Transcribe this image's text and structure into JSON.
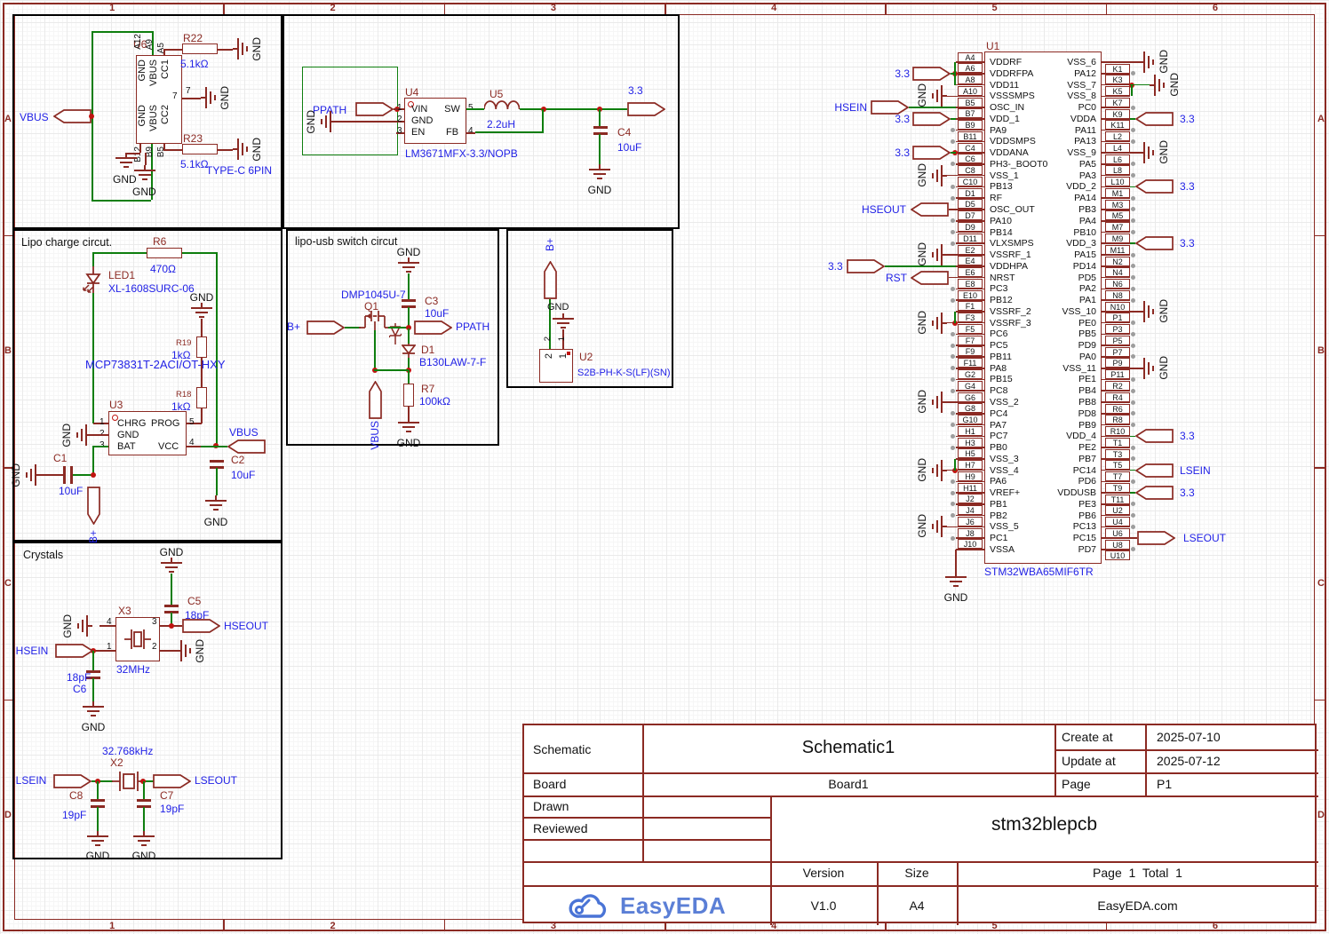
{
  "frame": {
    "cols": [
      "1",
      "2",
      "3",
      "4",
      "5",
      "6"
    ],
    "rows": [
      "A",
      "B",
      "C",
      "D"
    ]
  },
  "labels": {
    "gnd": "GND",
    "v33": "3.3"
  },
  "typec": {
    "ref": "U6",
    "value": "TYPE-C 6PIN",
    "vbus": "VBUS",
    "pn_top": [
      "A12",
      "A9",
      "A5"
    ],
    "names_top": [
      "GND",
      "VBUS",
      "CC1"
    ],
    "pn_bot": [
      "B12",
      "B9",
      "B5"
    ],
    "names_bot": [
      "GND",
      "VBUS",
      "CC2"
    ],
    "pin7": "7",
    "r22": "R22",
    "r22_val": "5.1kΩ",
    "r23": "R23",
    "r23_val": "5.1kΩ"
  },
  "buck": {
    "ppath": "PPATH",
    "ref": "U4",
    "part": "LM3671MFX-3.3/NOPB",
    "p1": "1",
    "p2": "2",
    "p3": "3",
    "p4": "4",
    "p5": "5",
    "vin": "VIN",
    "gnd": "GND",
    "en": "EN",
    "sw": "SW",
    "fb": "FB",
    "l_ref": "U5",
    "l_val": "2.2uH",
    "out": "3.3",
    "c_ref": "C4",
    "c_val": "10uF"
  },
  "charge": {
    "title": "Lipo charge circut.",
    "r6": "R6",
    "r6_val": "470Ω",
    "led_ref": "LED1",
    "led_part": "XL-1608SURC-06",
    "r19": "R19",
    "r19_val": "1kΩ",
    "r18": "R18",
    "r18_val": "1kΩ",
    "part": "MCP73831T-2ACI/OT-HXY",
    "ref": "U3",
    "p1": "1",
    "p2": "2",
    "p3": "3",
    "p4": "4",
    "p5": "5",
    "chrg": "CHRG",
    "gnd": "GND",
    "bat": "BAT",
    "prog": "PROG",
    "vcc": "VCC",
    "c1": "C1",
    "c1_val": "10uF",
    "c2": "C2",
    "c2_val": "10uF",
    "bplus": "B+",
    "vbus": "VBUS"
  },
  "sw_blk": {
    "title": "lipo-usb switch circut",
    "q_part": "DMP1045U-7",
    "q_ref": "Q1",
    "c3": "C3",
    "c3_val": "10uF",
    "bplus": "B+",
    "ppath": "PPATH",
    "d1": "D1",
    "d1_part": "B130LAW-7-F",
    "r7": "R7",
    "r7_val": "100kΩ",
    "vbus": "VBUS"
  },
  "bat_blk": {
    "bplus": "B+",
    "ref": "U2",
    "part": "S2B-PH-K-S(LF)(SN)",
    "p1": "1",
    "p2": "2"
  },
  "xtals": {
    "title": "Crystals",
    "c5": "C5",
    "c5_val": "18pF",
    "x3": "X3",
    "x3_val": "32MHz",
    "p1": "1",
    "p2": "2",
    "p3": "3",
    "p4": "4",
    "hsein": "HSEIN",
    "hseout": "HSEOUT",
    "c6": "C6",
    "c6_val": "18pF",
    "x2": "X2",
    "x2_val": "32.768kHz",
    "lsein": "LSEIN",
    "lseout": "LSEOUT",
    "c8": "C8",
    "c8_val": "19pF",
    "c7": "C7",
    "c7_val": "19pF"
  },
  "u1": {
    "ref": "U1",
    "part": "STM32WBA65MIF6TR",
    "ports": {
      "v33": "3.3",
      "hsein": "HSEIN",
      "hseout": "HSEOUT",
      "rst": "RST",
      "lsein": "LSEIN",
      "lseout": "LSEOUT",
      "gnd": "GND"
    },
    "left_links": [
      [
        0,
        2
      ],
      [
        22,
        23
      ],
      [
        35,
        36
      ]
    ],
    "left": [
      {
        "n": "A4",
        "name": "VDDRF",
        "c": "link"
      },
      {
        "n": "A6",
        "name": "VDDRFPA",
        "c": "p33",
        "j": true
      },
      {
        "n": "A8",
        "name": "VDD11",
        "c": "link"
      },
      {
        "n": "A10",
        "name": "VSSSMPS",
        "c": "gnd"
      },
      {
        "n": "B5",
        "name": "OSC_IN",
        "c": "hsein"
      },
      {
        "n": "B7",
        "name": "VDD_1",
        "c": "p33"
      },
      {
        "n": "B9",
        "name": "PA9",
        "c": "nc"
      },
      {
        "n": "B11",
        "name": "VDDSMPS",
        "c": "nc"
      },
      {
        "n": "C4",
        "name": "VDDANA",
        "c": "p33",
        "j": true
      },
      {
        "n": "C6",
        "name": "PH3-_BOOT0",
        "c": "nc"
      },
      {
        "n": "C8",
        "name": "VSS_1",
        "c": "gnd"
      },
      {
        "n": "C10",
        "name": "PB13",
        "c": "nc"
      },
      {
        "n": "D1",
        "name": "RF",
        "c": "nc"
      },
      {
        "n": "D5",
        "name": "OSC_OUT",
        "c": "hseout"
      },
      {
        "n": "D7",
        "name": "PA10",
        "c": "nc"
      },
      {
        "n": "D9",
        "name": "PB14",
        "c": "nc"
      },
      {
        "n": "D11",
        "name": "VLXSMPS",
        "c": "nc"
      },
      {
        "n": "E2",
        "name": "VSSRF_1",
        "c": "gnd"
      },
      {
        "n": "E4",
        "name": "VDDHPA",
        "c": "p33far"
      },
      {
        "n": "E6",
        "name": "NRST",
        "c": "rst"
      },
      {
        "n": "E8",
        "name": "PC3",
        "c": "nc"
      },
      {
        "n": "E10",
        "name": "PB12",
        "c": "nc"
      },
      {
        "n": "F1",
        "name": "VSSRF_2",
        "c": "link"
      },
      {
        "n": "F3",
        "name": "VSSRF_3",
        "c": "gnd",
        "j": true
      },
      {
        "n": "F5",
        "name": "PC6",
        "c": "nc"
      },
      {
        "n": "F7",
        "name": "PC5",
        "c": "nc"
      },
      {
        "n": "F9",
        "name": "PB11",
        "c": "nc"
      },
      {
        "n": "F11",
        "name": "PA8",
        "c": "nc"
      },
      {
        "n": "G2",
        "name": "PB15",
        "c": "nc"
      },
      {
        "n": "G4",
        "name": "PC8",
        "c": "nc"
      },
      {
        "n": "G6",
        "name": "VSS_2",
        "c": "gnd"
      },
      {
        "n": "G8",
        "name": "PC4",
        "c": "nc"
      },
      {
        "n": "G10",
        "name": "PA7",
        "c": "nc"
      },
      {
        "n": "H1",
        "name": "PC7",
        "c": "nc"
      },
      {
        "n": "H3",
        "name": "PB0",
        "c": "nc"
      },
      {
        "n": "H5",
        "name": "VSS_3",
        "c": "link"
      },
      {
        "n": "H7",
        "name": "VSS_4",
        "c": "gnd",
        "j": true
      },
      {
        "n": "H9",
        "name": "PA6",
        "c": "nc"
      },
      {
        "n": "H11",
        "name": "VREF+",
        "c": "nc"
      },
      {
        "n": "J2",
        "name": "PB1",
        "c": "nc"
      },
      {
        "n": "J4",
        "name": "PB2",
        "c": "nc"
      },
      {
        "n": "J6",
        "name": "VSS_5",
        "c": "gnd"
      },
      {
        "n": "J8",
        "name": "PC1",
        "c": "nc"
      },
      {
        "n": "J10",
        "name": "VSSA",
        "c": "gndb"
      }
    ],
    "right": [
      {
        "name": "VSS_6",
        "n": "K1",
        "c": "gndR"
      },
      {
        "name": "PA12",
        "n": "K3",
        "c": "nc"
      },
      {
        "name": "VSS_7",
        "n": "K5",
        "c": "gndRj"
      },
      {
        "name": "VSS_8",
        "n": "K7",
        "c": "none"
      },
      {
        "name": "PC0",
        "n": "K9",
        "c": "nc"
      },
      {
        "name": "VDDA",
        "n": "K11",
        "c": "p33R"
      },
      {
        "name": "PA11",
        "n": "L2",
        "c": "nc"
      },
      {
        "name": "PA13",
        "n": "L4",
        "c": "nc"
      },
      {
        "name": "VSS_9",
        "n": "L6",
        "c": "gndR"
      },
      {
        "name": "PA5",
        "n": "L8",
        "c": "nc"
      },
      {
        "name": "PA3",
        "n": "L10",
        "c": "nc"
      },
      {
        "name": "VDD_2",
        "n": "M1",
        "c": "p33R"
      },
      {
        "name": "PA14",
        "n": "M3",
        "c": "nc"
      },
      {
        "name": "PB3",
        "n": "M5",
        "c": "nc"
      },
      {
        "name": "PA4",
        "n": "M7",
        "c": "nc"
      },
      {
        "name": "PB10",
        "n": "M9",
        "c": "nc"
      },
      {
        "name": "VDD_3",
        "n": "M11",
        "c": "p33R"
      },
      {
        "name": "PA15",
        "n": "N2",
        "c": "nc"
      },
      {
        "name": "PD14",
        "n": "N4",
        "c": "nc"
      },
      {
        "name": "PD5",
        "n": "N6",
        "c": "nc"
      },
      {
        "name": "PA2",
        "n": "N8",
        "c": "nc"
      },
      {
        "name": "PA1",
        "n": "N10",
        "c": "nc"
      },
      {
        "name": "VSS_10",
        "n": "P1",
        "c": "gndR"
      },
      {
        "name": "PE0",
        "n": "P3",
        "c": "nc"
      },
      {
        "name": "PB5",
        "n": "P5",
        "c": "nc"
      },
      {
        "name": "PD9",
        "n": "P7",
        "c": "nc"
      },
      {
        "name": "PA0",
        "n": "P9",
        "c": "nc"
      },
      {
        "name": "VSS_11",
        "n": "P11",
        "c": "gndR"
      },
      {
        "name": "PE1",
        "n": "R2",
        "c": "nc"
      },
      {
        "name": "PB4",
        "n": "R4",
        "c": "nc"
      },
      {
        "name": "PB8",
        "n": "R6",
        "c": "nc"
      },
      {
        "name": "PD8",
        "n": "R8",
        "c": "nc"
      },
      {
        "name": "PB9",
        "n": "R10",
        "c": "nc"
      },
      {
        "name": "VDD_4",
        "n": "T1",
        "c": "p33R"
      },
      {
        "name": "PE2",
        "n": "T3",
        "c": "nc"
      },
      {
        "name": "PB7",
        "n": "T5",
        "c": "nc"
      },
      {
        "name": "PC14",
        "n": "T7",
        "c": "lseinR"
      },
      {
        "name": "PD6",
        "n": "T9",
        "c": "nc"
      },
      {
        "name": "VDDUSB",
        "n": "T11",
        "c": "p33R"
      },
      {
        "name": "PE3",
        "n": "U2",
        "c": "nc"
      },
      {
        "name": "PB6",
        "n": "U4",
        "c": "nc"
      },
      {
        "name": "PC13",
        "n": "U6",
        "c": "nc"
      },
      {
        "name": "PC15",
        "n": "U8",
        "c": "lseoutR"
      },
      {
        "name": "PD7",
        "n": "U10",
        "c": "nc"
      }
    ]
  },
  "titleblock": {
    "schematic_label": "Schematic",
    "schematic_value": "Schematic1",
    "board_label": "Board",
    "board_value": "Board1",
    "drawn_label": "Drawn",
    "reviewed_label": "Reviewed",
    "create_label": "Create at",
    "create_value": "2025-07-10",
    "update_label": "Update at",
    "update_value": "2025-07-12",
    "page_label": "Page",
    "page_value": "P1",
    "project": "stm32blepcb",
    "version_label": "Version",
    "version_value": "V1.0",
    "size_label": "Size",
    "size_value": "A4",
    "page_total": "Page  1  Total  1",
    "site": "EasyEDA.com",
    "logo": "EasyEDA"
  },
  "colors": {
    "wire": "#0e7e0e",
    "symbol": "#8b2a23",
    "net_label": "#2222e6",
    "logo": "#5b7fd6"
  }
}
